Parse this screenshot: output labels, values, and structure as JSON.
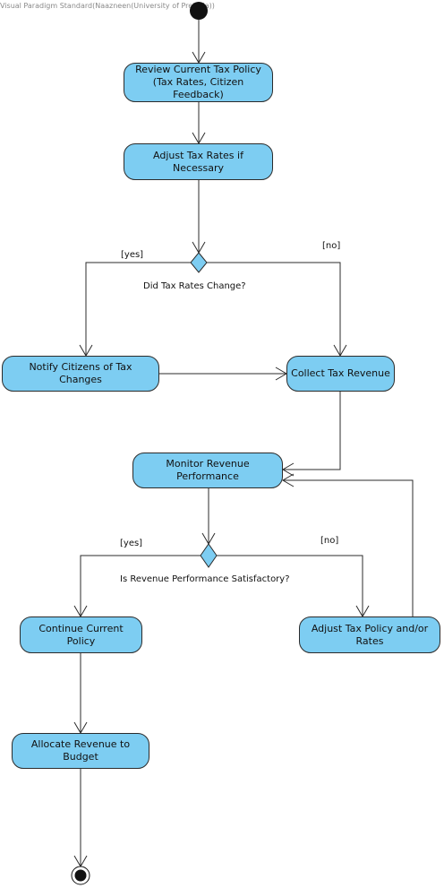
{
  "watermark": "Visual Paradigm Standard(Naazneen(University of Pretoria))",
  "colors": {
    "node_fill": "#7dcdf2",
    "node_border": "#2b2b2b",
    "line": "#2b2b2b",
    "background": "#ffffff"
  },
  "nodes": {
    "review_policy": {
      "line1": "Review Current Tax Policy",
      "line2": "(Tax Rates, Citizen Feedback)"
    },
    "adjust_rates": {
      "label": "Adjust Tax Rates if Necessary"
    },
    "notify_citizens": {
      "label": "Notify Citizens of Tax Changes"
    },
    "collect_revenue": {
      "label": "Collect Tax Revenue"
    },
    "monitor_performance": {
      "label": "Monitor Revenue Performance"
    },
    "continue_policy": {
      "label": "Continue Current Policy"
    },
    "adjust_policy": {
      "line1": "Adjust Tax Policy and/or",
      "line2": "Rates"
    },
    "allocate_budget": {
      "label": "Allocate Revenue to Budget"
    }
  },
  "decisions": {
    "rates_changed": {
      "question": "Did Tax Rates Change?",
      "yes": "[yes]",
      "no": "[no]"
    },
    "revenue_satisfactory": {
      "question": "Is Revenue Performance Satisfactory?",
      "yes": "[yes]",
      "no": "[no]"
    }
  }
}
